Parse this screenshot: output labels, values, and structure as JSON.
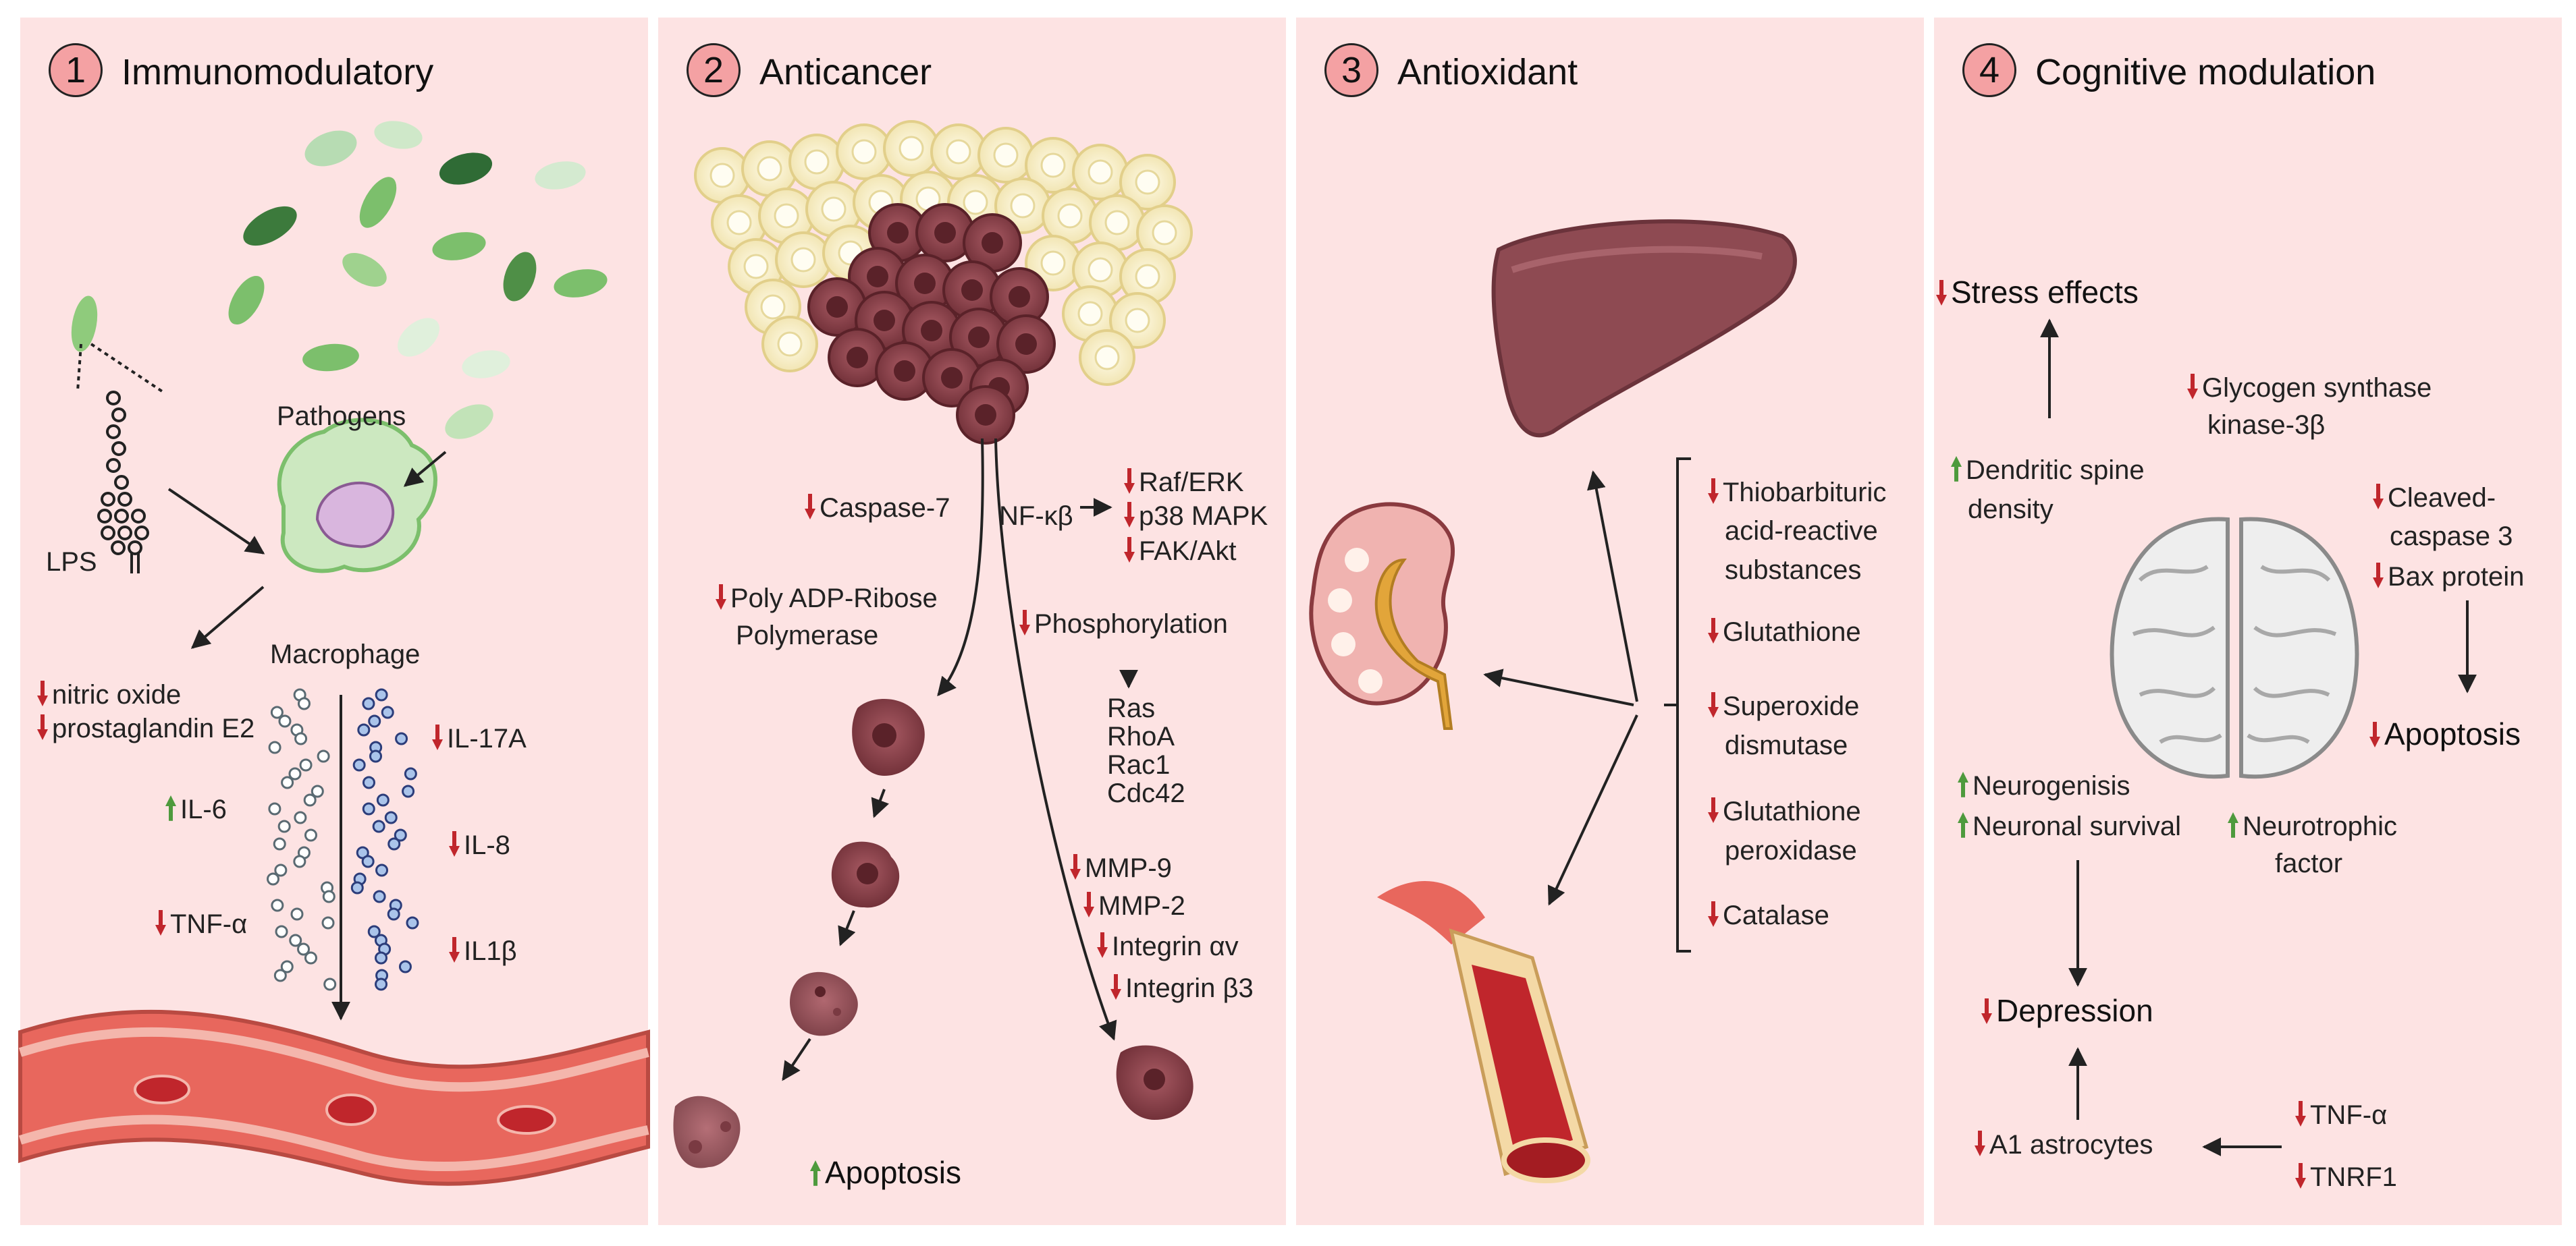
{
  "panels": [
    {
      "num": "1",
      "title": "Immunomodulatory"
    },
    {
      "num": "2",
      "title": "Anticancer"
    },
    {
      "num": "3",
      "title": "Antioxidant"
    },
    {
      "num": "4",
      "title": "Cognitive modulation"
    }
  ],
  "p1": {
    "pathogens": "Pathogens",
    "lps": "LPS",
    "macrophage": "Macrophage",
    "nitric_oxide": "nitric oxide",
    "prostaglandin": "prostaglandin E2",
    "il6": "IL-6",
    "tnf": "TNF-α",
    "il17a": "IL-17A",
    "il8": "IL-8",
    "il1b": "IL1β"
  },
  "p2": {
    "caspase": "Caspase-7",
    "parp_1": "Poly ADP-Ribose",
    "parp_2": "Polymerase",
    "nfkb": "NF-κβ",
    "raf": "Raf/ERK",
    "p38": "p38 MAPK",
    "fak": "FAK/Akt",
    "phospho": "Phosphorylation",
    "ras": [
      "Ras",
      "RhoA",
      "Rac1",
      "Cdc42"
    ],
    "mmp9": "MMP-9",
    "mmp2": "MMP-2",
    "integrin_av": "Integrin αv",
    "integrin_b3": "Integrin β3",
    "apoptosis": "Apoptosis"
  },
  "p3": {
    "tbars_1": "Thiobarbituric",
    "tbars_2": "acid-reactive",
    "tbars_3": "substances",
    "glutathione": "Glutathione",
    "sod_1": "Superoxide",
    "sod_2": "dismutase",
    "gpx_1": "Glutathione",
    "gpx_2": "peroxidase",
    "catalase": "Catalase"
  },
  "p4": {
    "stress": "Stress effects",
    "gsk_1": "Glycogen synthase",
    "gsk_2": "kinase-3β",
    "dendritic_1": "Dendritic spine",
    "dendritic_2": "density",
    "cleaved_1": "Cleaved-",
    "cleaved_2": "caspase 3",
    "bax": "Bax protein",
    "apoptosis": "Apoptosis",
    "neurogenisis": "Neurogenisis",
    "neuronal": "Neuronal survival",
    "neurotrophic_1": "Neurotrophic",
    "neurotrophic_2": "factor",
    "depression": "Depression",
    "a1": "A1 astrocytes",
    "tnf": "TNF-α",
    "tnrf1": "TNRF1"
  },
  "colors": {
    "panel": "#fde3e3",
    "down": "#c0262c",
    "up": "#4e9a3d",
    "badge": "#f4a1a3"
  }
}
